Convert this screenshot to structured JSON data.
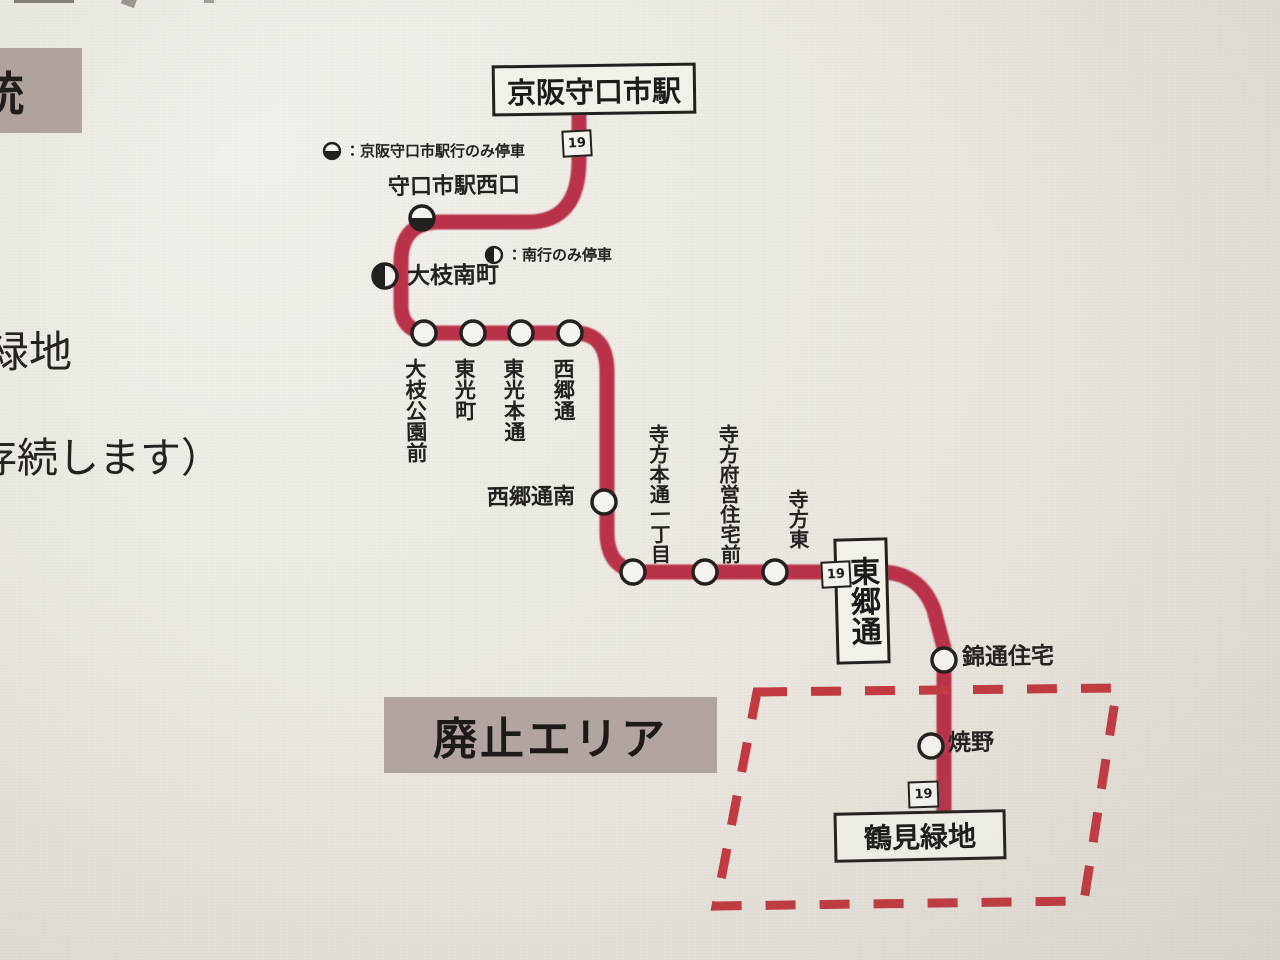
{
  "map": {
    "title_cropped_left": "統",
    "route_color": "#b93348",
    "abolished_area_color": "#b2a5a1",
    "paper_color": "#eae6df",
    "route_number": "19"
  },
  "cropped_left_texts": [
    {
      "text": "統",
      "note": "in grey banner, cut at left edge"
    },
    {
      "text": "緑地",
      "note": "cut at left edge"
    },
    {
      "text": "存続します）",
      "note": "cut at left edge"
    }
  ],
  "banners": {
    "abolished_area": "廃止エリア",
    "edge_fragment": "統"
  },
  "legend": [
    {
      "icon": "half-circle-bottom-filled-icon",
      "text": "：京阪守口市駅行のみ停車"
    },
    {
      "icon": "half-circle-left-filled-icon",
      "text": "：南行のみ停車"
    }
  ],
  "terminus_labels": [
    {
      "id": "keihan-moriguchishi-eki",
      "text": "京阪守口市駅",
      "orientation": "horizontal"
    },
    {
      "id": "togodori",
      "text": "東郷通",
      "orientation": "vertical"
    },
    {
      "id": "tsurumi-ryokuchi",
      "text": "鶴見緑地",
      "orientation": "horizontal"
    }
  ],
  "route_shields": [
    {
      "id": "shield-top",
      "label": "19"
    },
    {
      "id": "shield-mid",
      "label": "19"
    },
    {
      "id": "shield-bottom",
      "label": "19"
    }
  ],
  "stations": [
    {
      "id": "moriguchishi-eki-nishiguchi",
      "name": "守口市駅西口",
      "marker": "half-bottom",
      "orientation": "horizontal"
    },
    {
      "id": "oeda-minamimachi",
      "name": "大枝南町",
      "marker": "half-left",
      "orientation": "horizontal"
    },
    {
      "id": "oeda-koen-mae",
      "name": "大枝公園前",
      "marker": "open",
      "orientation": "vertical"
    },
    {
      "id": "tokomachi",
      "name": "東光町",
      "marker": "open",
      "orientation": "vertical"
    },
    {
      "id": "toko-hondori",
      "name": "東光本通",
      "marker": "open",
      "orientation": "vertical"
    },
    {
      "id": "saigodori",
      "name": "西郷通",
      "marker": "open",
      "orientation": "vertical"
    },
    {
      "id": "saigodori-minami",
      "name": "西郷通南",
      "marker": "open",
      "orientation": "horizontal"
    },
    {
      "id": "terakata-hondori-itchome",
      "name": "寺方本通一丁目",
      "marker": "open",
      "orientation": "vertical"
    },
    {
      "id": "terakata-fueijutaku-mae",
      "name": "寺方府営住宅前",
      "marker": "open",
      "orientation": "vertical"
    },
    {
      "id": "terakata-higashi",
      "name": "寺方東",
      "marker": "open",
      "orientation": "vertical"
    },
    {
      "id": "nishikidori-jutaku",
      "name": "錦通住宅",
      "marker": "open",
      "orientation": "horizontal"
    },
    {
      "id": "yakeno",
      "name": "焼野",
      "marker": "open",
      "orientation": "horizontal"
    }
  ]
}
